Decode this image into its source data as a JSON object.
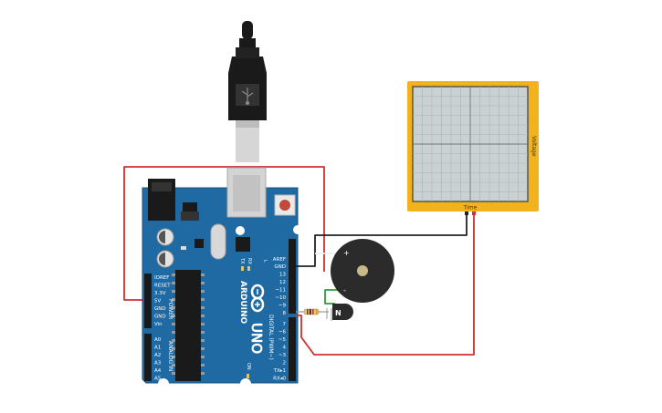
{
  "colors": {
    "board": "#1f6aa3",
    "board_edge": "#17527f",
    "wire_red": "#d32f2f",
    "wire_black": "#222222",
    "wire_green": "#2e9b3a",
    "scope_frame": "#f2b21b",
    "scope_screen": "#c9d1d3",
    "usb_body": "#1a1a1a",
    "buzzer": "#2b2b2b",
    "buzzer_center": "#c8b98b"
  },
  "board": {
    "brand": "ARDUINO",
    "model": "UNO",
    "power_label": "POWER",
    "analog_label": "ANALOG IN",
    "digital_label": "DIGITAL (PWM~)",
    "tx_label": "TX",
    "rx_label": "RX",
    "on_label": "ON",
    "l_label": "L",
    "power_pins": [
      "IOREF",
      "RESET",
      "3.3V",
      "5V",
      "GND",
      "GND",
      "Vin"
    ],
    "analog_pins": [
      "A0",
      "A1",
      "A2",
      "A3",
      "A4",
      "A5"
    ],
    "digital_top_pins": [
      "AREF",
      "GND",
      "13",
      "12",
      "~11",
      "~10",
      "~9",
      "8"
    ],
    "digital_bottom_pins": [
      "7",
      "~6",
      "~5",
      "4",
      "~3",
      "2",
      "TX▸1",
      "RX◂0"
    ]
  },
  "buzzer": {
    "plus_label": "+",
    "minus_label": "-"
  },
  "transistor": {
    "label": "N"
  },
  "oscilloscope": {
    "x_label": "Time",
    "y_label": "Voltage"
  },
  "icons": {
    "usb": "usb-symbol-icon",
    "reset": "reset-button-icon",
    "infinity": "arduino-infinity-logo-icon"
  }
}
